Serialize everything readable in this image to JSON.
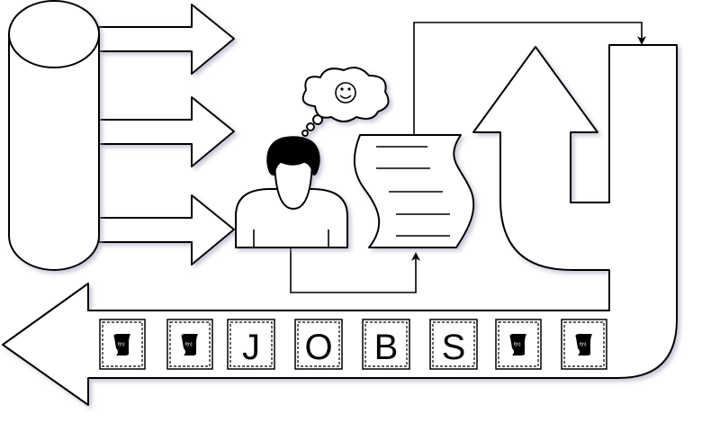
{
  "letters": [
    "J",
    "O",
    "B",
    "S"
  ],
  "function_icon_label": "f(n)",
  "cloud_icon": "smiley-face-icon",
  "colors": {
    "stroke": "#000000",
    "fill": "#ffffff",
    "shadow": "#c8c8d8"
  }
}
